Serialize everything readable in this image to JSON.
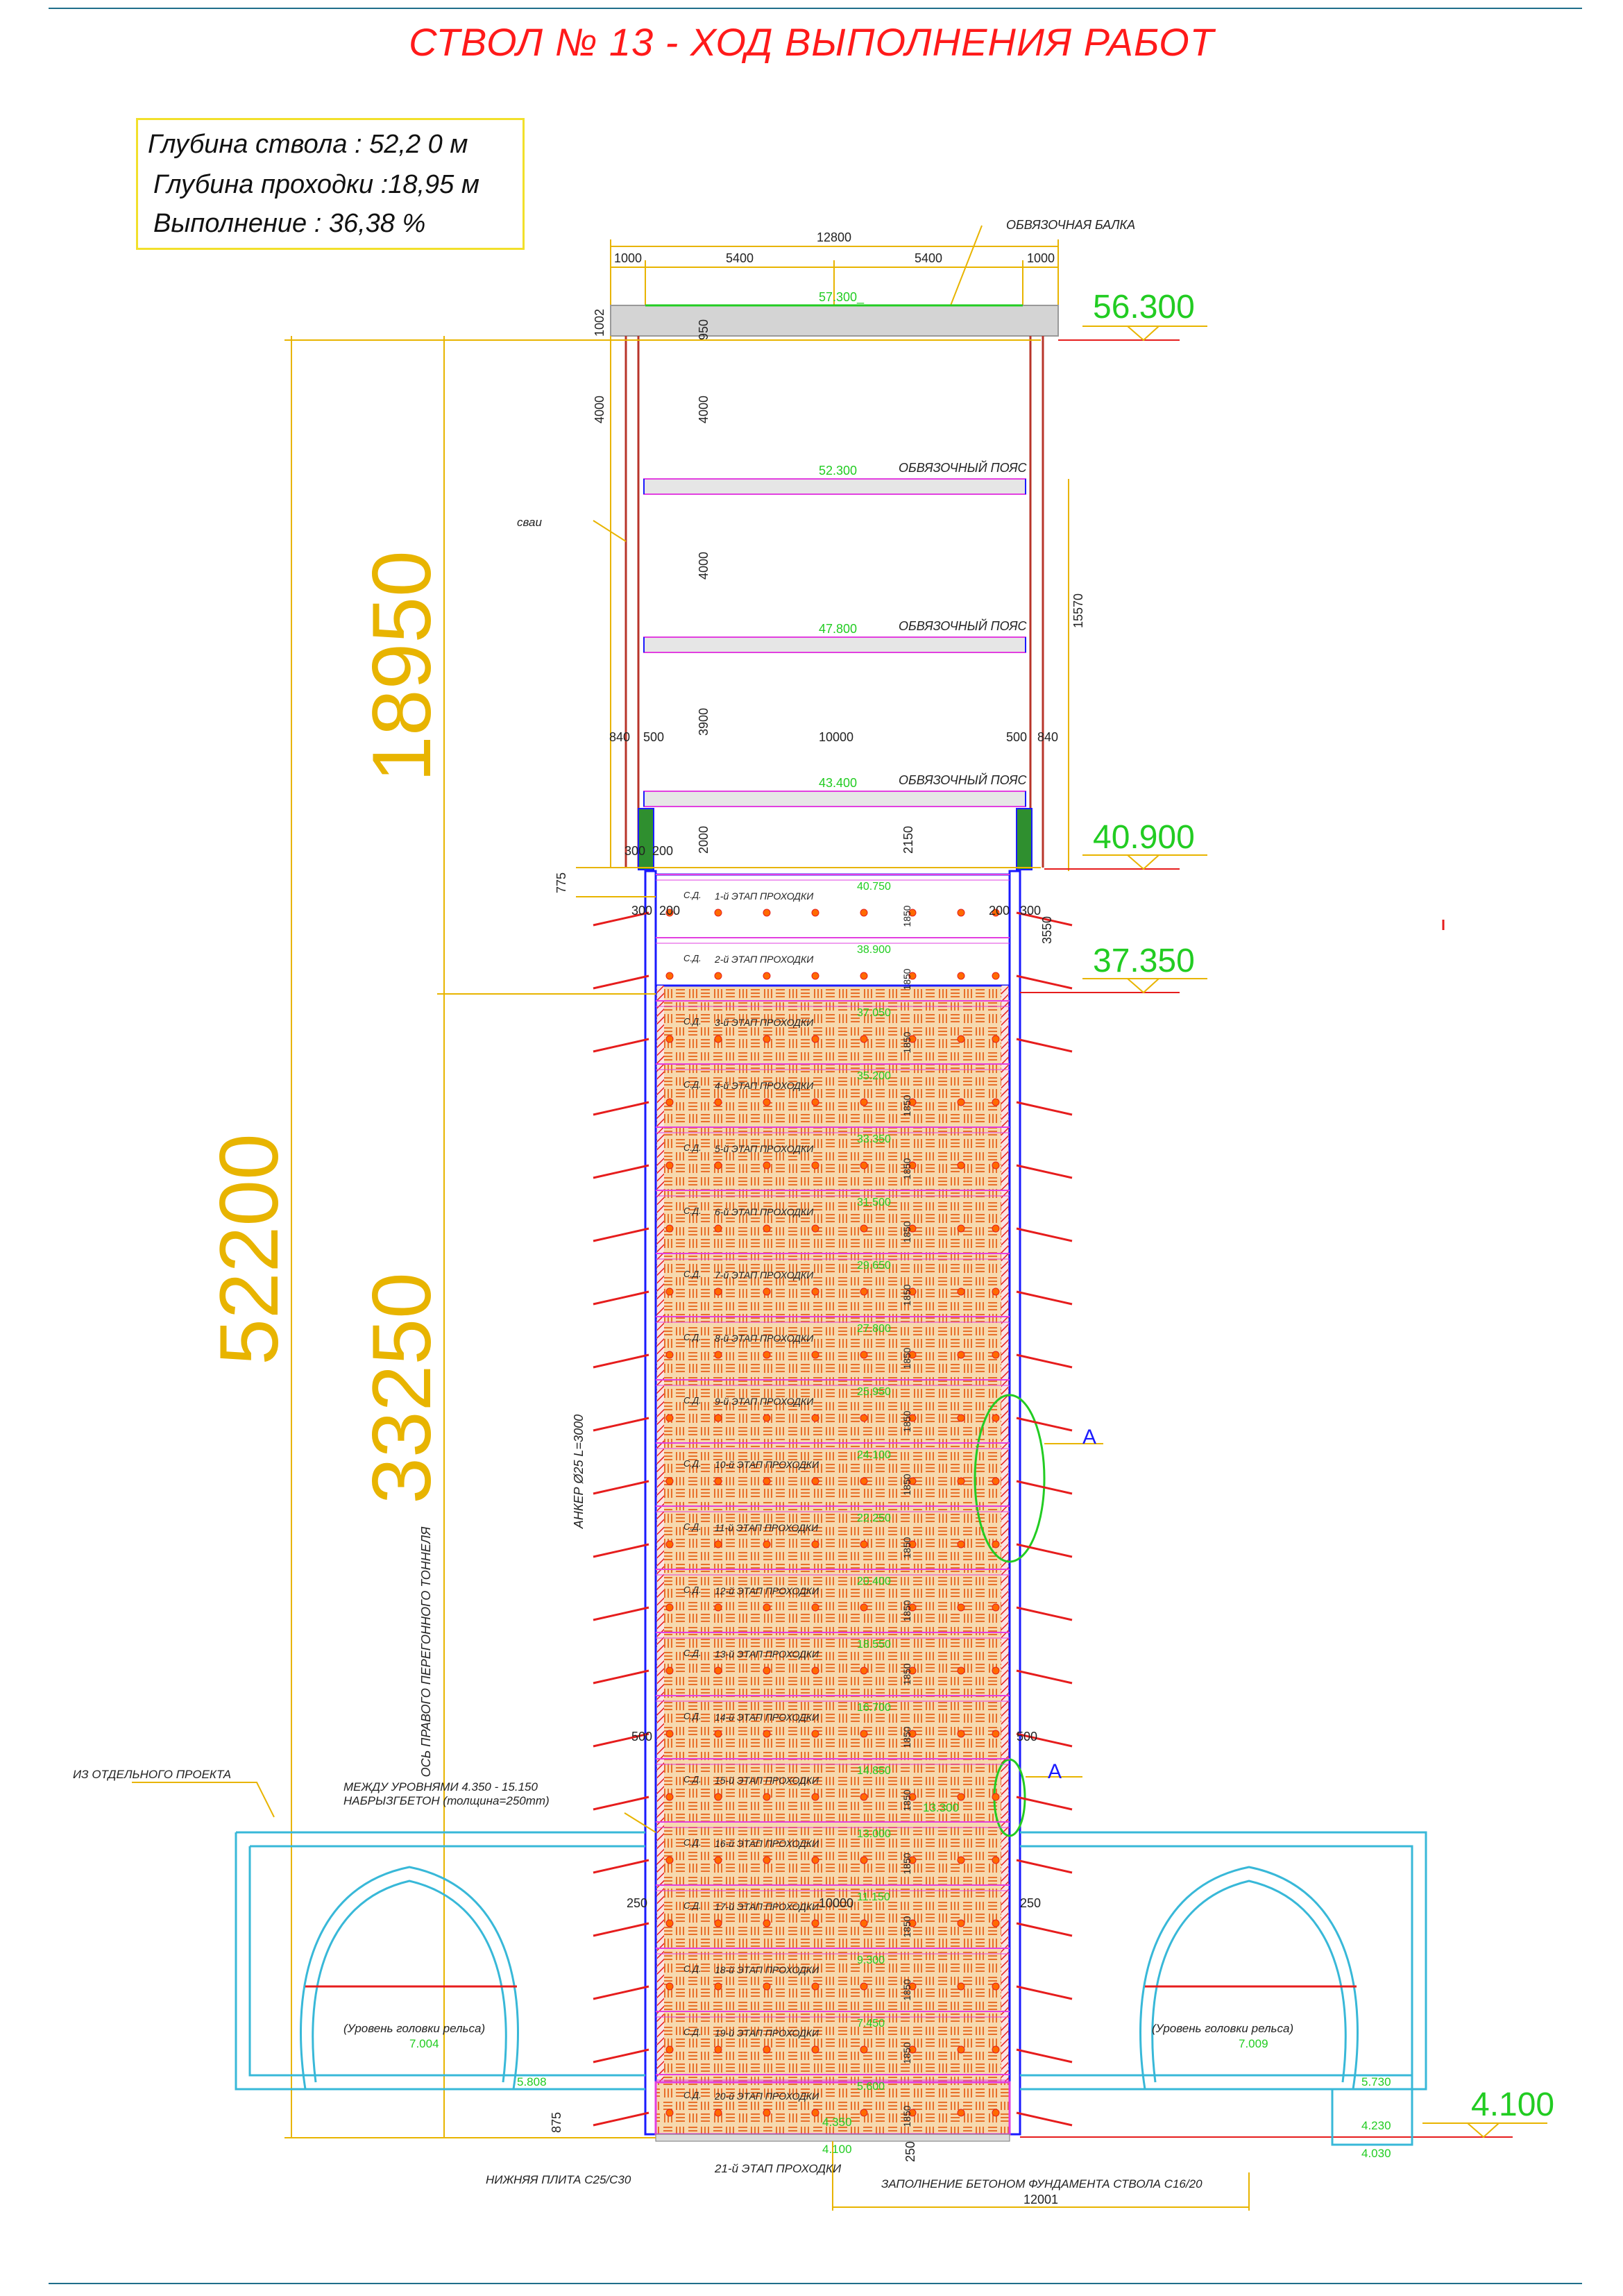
{
  "title": "СТВОЛ № 13 - ХОД ВЫПОЛНЕНИЯ РАБОТ",
  "info": {
    "depth": "Глубина ствола  : 52,2 0  м",
    "progress": "Глубина проходки  :18,95  м",
    "completion": "Выполнение :  36,38  %"
  },
  "colors": {
    "title": "#ff1a1a",
    "dimension": "#e8b400",
    "elevation": "#22cc22",
    "excavated_fill": "#f6d9ae",
    "mesh": "#e86f2a",
    "anchor": "#e61d1d",
    "ring": "#e23fe0",
    "wall": "#1a1aff",
    "pile": "#b8342a",
    "tunnel": "#38b8d8"
  },
  "chart_data": {
    "type": "diagram",
    "shaft_depth_m": 52.2,
    "excavated_depth_m": 18.95,
    "completion_percent": 36.38,
    "elevations": {
      "top": "56.300",
      "stage_start": "40.900",
      "excavated_to": "37.350",
      "bottom": "4.100"
    },
    "big_dimensions": {
      "total": "52200",
      "excavated": "18950",
      "remaining": "33250"
    },
    "top_dimensions": [
      "12800",
      "1000",
      "5400",
      "5400",
      "1000"
    ],
    "belt_width": {
      "left": "840",
      "left2": "500",
      "span": "10000",
      "right2": "500",
      "right": "840"
    },
    "belts": [
      {
        "elev": "57.300_",
        "label": "ОБВЯЗОЧНАЯ БАЛКА"
      },
      {
        "elev": "52.300",
        "label": "ОБВЯЗОЧНЫЙ ПОЯС"
      },
      {
        "elev": "47.800",
        "label": "ОБВЯЗОЧНЫЙ ПОЯС"
      },
      {
        "elev": "43.400",
        "label": "ОБВЯЗОЧНЫЙ ПОЯС"
      }
    ],
    "vertical_spacings": [
      "1002",
      "950",
      "4000",
      "4000",
      "4000",
      "3900",
      "2000",
      "15570",
      "2150",
      "775"
    ],
    "stage_labels": [
      "1-й ЭТАП ПРОХОДКИ",
      "2-й ЭТАП ПРОХОДКИ",
      "3-й ЭТАП ПРОХОДКИ",
      "4-й ЭТАП ПРОХОДКИ",
      "5-й ЭТАП ПРОХОДКИ",
      "6-й ЭТАП ПРОХОДКИ",
      "7-й ЭТАП ПРОХОДКИ",
      "8-й ЭТАП ПРОХОДКИ",
      "9-й ЭТАП ПРОХОДКИ",
      "10-й ЭТАП ПРОХОДКИ",
      "11-й ЭТАП ПРОХОДКИ",
      "12-й ЭТАП ПРОХОДКИ",
      "13-й ЭТАП ПРОХОДКИ",
      "14-й ЭТАП ПРОХОДКИ",
      "15-й ЭТАП ПРОХОДКИ",
      "16-й ЭТАП ПРОХОДКИ",
      "17-й ЭТАП ПРОХОДКИ",
      "18-й ЭТАП ПРОХОДКИ",
      "19-й ЭТАП ПРОХОДКИ",
      "20-й ЭТАП ПРОХОДКИ"
    ],
    "stage_elevations": [
      "40.750",
      "38.900",
      "37.050",
      "35.200",
      "33.350",
      "31.500",
      "29.650",
      "27.800",
      "25.950",
      "24.100",
      "22.250",
      "20.400",
      "18.550",
      "16.700",
      "14.850",
      "13.000",
      "11.150",
      "9.300",
      "7.450",
      "5.600"
    ],
    "stage_height": "1850",
    "last_stage": "21-й ЭТАП ПРОХОДКИ",
    "stage_code": "С.Д.",
    "labels": {
      "piles": "сваи",
      "anchor": "АНКЕР Ø25 L=3000",
      "tunnel_axis": "ОСЬ ПРАВОГО ПЕРЕГОННОГО ТОННЕЛЯ",
      "separate_project": "ИЗ ОТДЕЛЬНОГО ПРОЕКТА",
      "shotcrete_1": "МЕЖДУ УРОВНЯМИ 4.350 - 15.150",
      "shotcrete_2": "НАБРЫЗГБЕТОН (толщина=250mm)",
      "bottom_slab": "НИЖНЯЯ ПЛИТА С25/С30",
      "foundation_fill": "ЗАПОЛНЕНИЕ БЕТОНОМ ФУНДАМЕНТА СТВОЛА С16/20",
      "rail_left": "(Уровень головки рельса)",
      "rail_right": "(Уровень головки рельса)",
      "detail_a1": "A",
      "detail_a2": "A"
    },
    "misc_values": {
      "rail_left": "7.004",
      "rail_right": "7.009",
      "left_floor": "5.808",
      "right_floor": "5.730",
      "right_low": "4.230",
      "right_lowest": "4.030",
      "bottom_slab_top": "4.350",
      "bottom_elev": "4.100",
      "bottom_width": "12001",
      "inner_width": "10000",
      "offset_300": "300",
      "offset_200": "200",
      "offset_250": "250",
      "offset_500": "500",
      "offset_875": "875",
      "offset_3550": "3550",
      "mid_mark": "13.300"
    }
  }
}
